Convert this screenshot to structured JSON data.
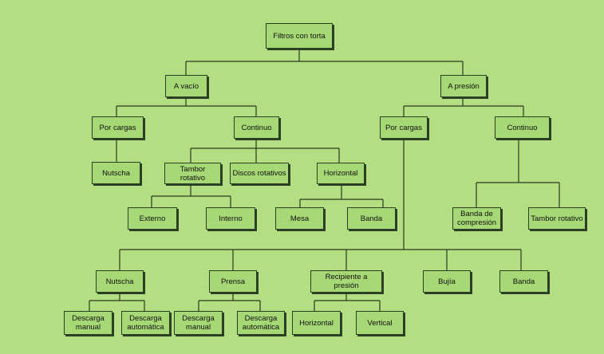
{
  "nodes": {
    "root": "Filtros con torta",
    "vacio": "A vacío",
    "presion": "A presión",
    "v_cargas": "Por cargas",
    "v_continuo": "Continuo",
    "v_nutscha": "Nutscha",
    "tambor": "Tambor rotativo",
    "discos": "Discos rotativos",
    "horizontal": "Horizontal",
    "externo": "Externo",
    "interno": "Interno",
    "mesa": "Mesa",
    "banda_v": "Banda",
    "p_cargas": "Por cargas",
    "p_continuo": "Continuo",
    "banda_comp": "Banda de\ncompresión",
    "tambor_p": "Tambor rotativo",
    "p_nutscha": "Nutscha",
    "prensa": "Prensa",
    "recipiente": "Recipiente a presión",
    "bujia": "Bujía",
    "banda_p": "Banda",
    "n_manual": "Descarga\nmanual",
    "n_auto": "Descarga\nautomática",
    "pr_manual": "Descarga\nmanual",
    "pr_auto": "Descarga\nautomática",
    "rec_horizontal": "Horizontal",
    "rec_vertical": "Vertical"
  }
}
